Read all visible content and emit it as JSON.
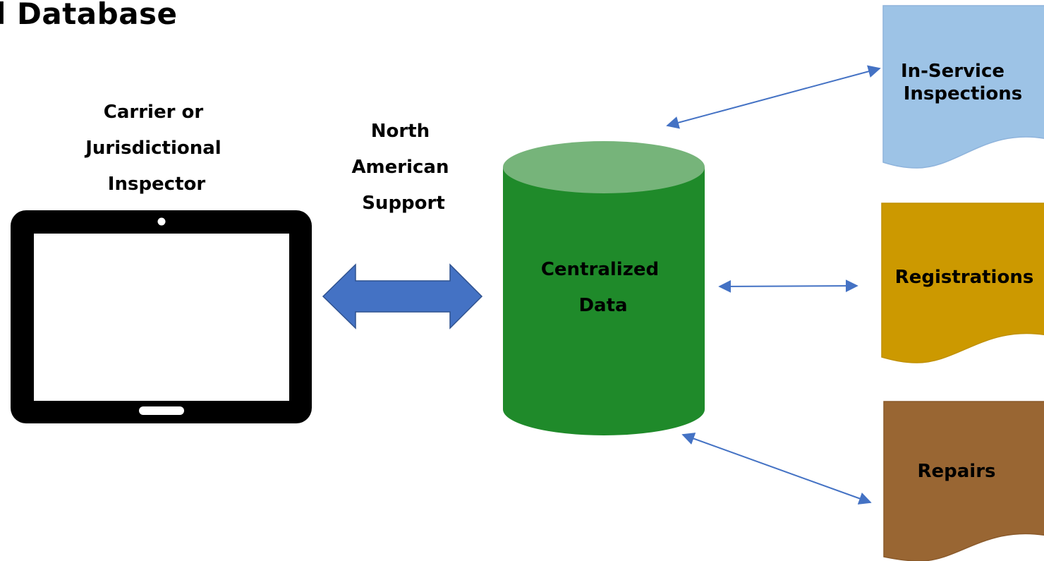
{
  "title": "l Database",
  "inspector_label": [
    "Carrier or",
    "Jurisdictional",
    "Inspector"
  ],
  "support_label": [
    "North",
    "American",
    "Support"
  ],
  "database_label": [
    "Centralized",
    "Data"
  ],
  "documents": {
    "inspections": {
      "lines": [
        "In-Service",
        "Inspections"
      ],
      "fill": "#9dc3e6",
      "stroke": "#8fb4dc"
    },
    "registrations": {
      "lines": [
        "Registrations"
      ],
      "fill": "#cc9900",
      "stroke": "#c09000"
    },
    "repairs": {
      "lines": [
        "Repairs"
      ],
      "fill": "#996633",
      "stroke": "#8a5a2b"
    }
  },
  "colors": {
    "arrow_blue": "#4472c4",
    "cylinder_body": "#1f8a2a",
    "cylinder_top": "#76b47a",
    "tablet": "#000000"
  }
}
